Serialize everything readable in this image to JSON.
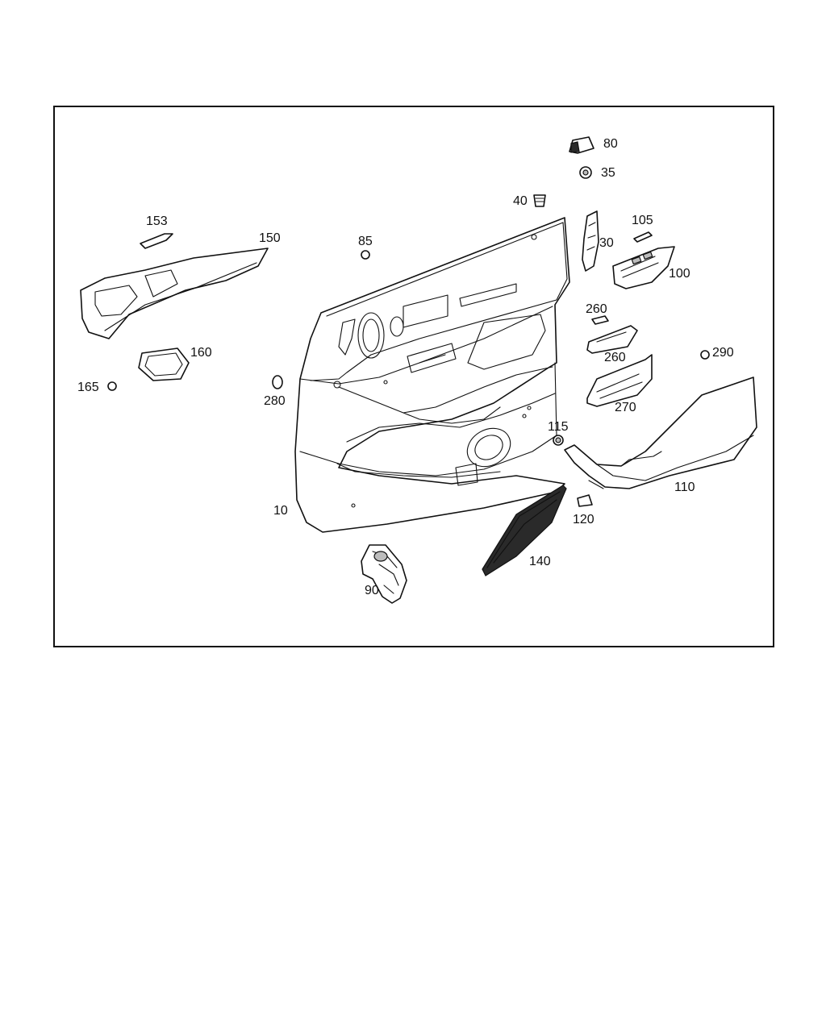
{
  "diagram": {
    "callouts": {
      "p10": "10",
      "p30": "30",
      "p35": "35",
      "p40": "40",
      "p80": "80",
      "p85": "85",
      "p90": "90",
      "p100": "100",
      "p105": "105",
      "p110": "110",
      "p115": "115",
      "p120": "120",
      "p140": "140",
      "p150": "150",
      "p153": "153",
      "p160": "160",
      "p165": "165",
      "p260a": "260",
      "p260b": "260",
      "p270": "270",
      "p280": "280",
      "p290": "290"
    }
  }
}
